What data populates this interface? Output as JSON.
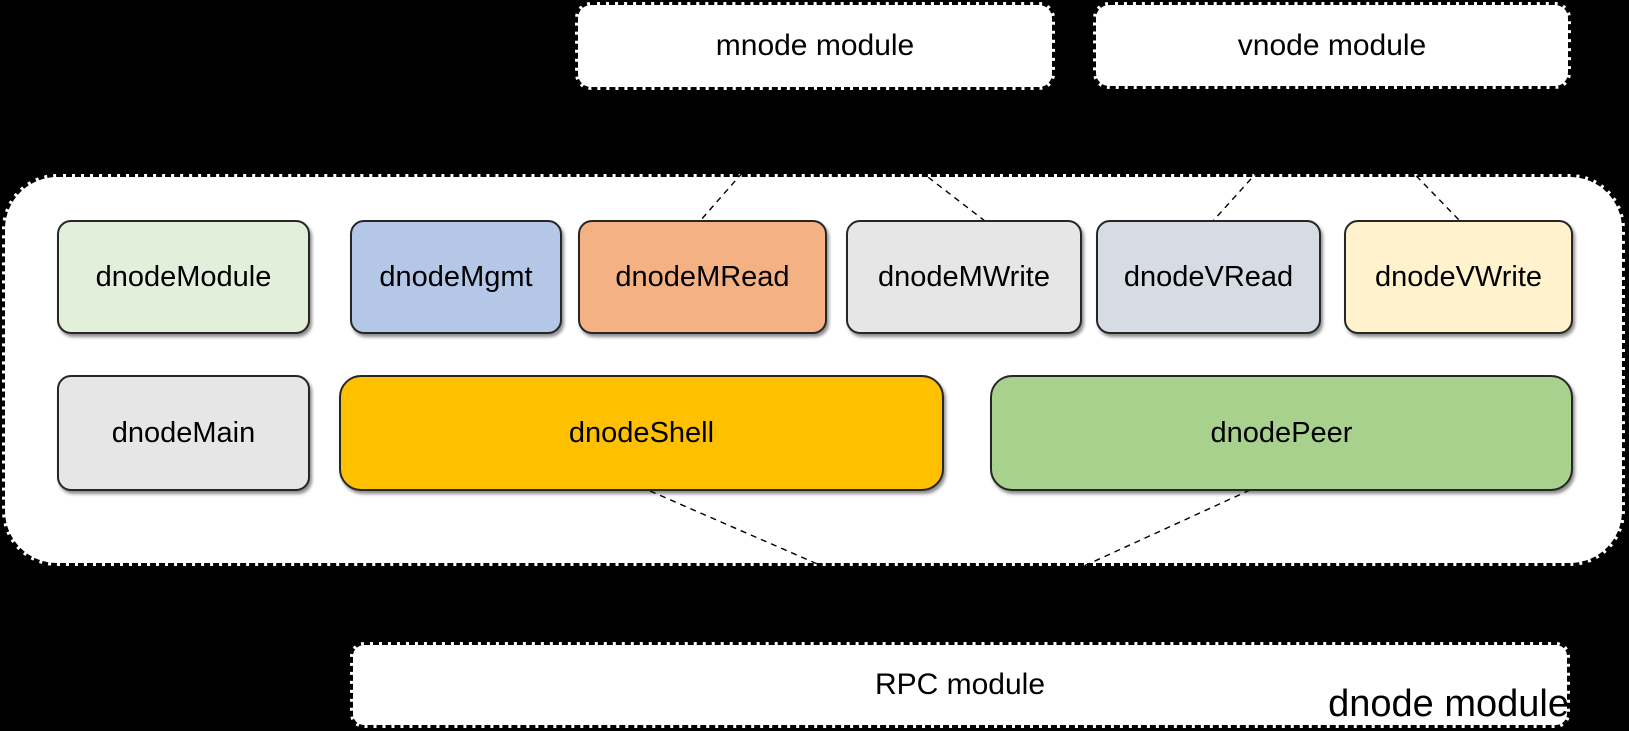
{
  "canvas": {
    "background": "#000000"
  },
  "modules": {
    "mnode": {
      "label": "mnode module"
    },
    "vnode": {
      "label": "vnode module"
    },
    "dnode": {
      "label": "dnode module"
    },
    "rpc": {
      "label": "RPC module"
    }
  },
  "components": [
    {
      "id": "dnodeModule",
      "label": "dnodeModule",
      "fill": "#e2efda"
    },
    {
      "id": "dnodeMgmt",
      "label": "dnodeMgmt",
      "fill": "#b4c7e7"
    },
    {
      "id": "dnodeMRead",
      "label": "dnodeMRead",
      "fill": "#f4b183"
    },
    {
      "id": "dnodeMWrite",
      "label": "dnodeMWrite",
      "fill": "#e7e6e6"
    },
    {
      "id": "dnodeVRead",
      "label": "dnodeVRead",
      "fill": "#d6dce4"
    },
    {
      "id": "dnodeVWrite",
      "label": "dnodeVWrite",
      "fill": "#fff2cc"
    },
    {
      "id": "dnodeMain",
      "label": "dnodeMain",
      "fill": "#e7e6e6"
    },
    {
      "id": "dnodeShell",
      "label": "dnodeShell",
      "fill": "#ffc000"
    },
    {
      "id": "dnodePeer",
      "label": "dnodePeer",
      "fill": "#a9d18e"
    }
  ],
  "connectors": [
    {
      "from": "mnode module",
      "to": "dnodeMRead"
    },
    {
      "from": "mnode module",
      "to": "dnodeMWrite"
    },
    {
      "from": "vnode module",
      "to": "dnodeVRead"
    },
    {
      "from": "vnode module",
      "to": "dnodeVWrite"
    },
    {
      "from": "dnodeShell",
      "to": "RPC module"
    },
    {
      "from": "dnodePeer",
      "to": "RPC module"
    }
  ],
  "style": {
    "line_color": "#000000",
    "box_border_color": "#262626",
    "module_box_background": "#ffffff"
  }
}
